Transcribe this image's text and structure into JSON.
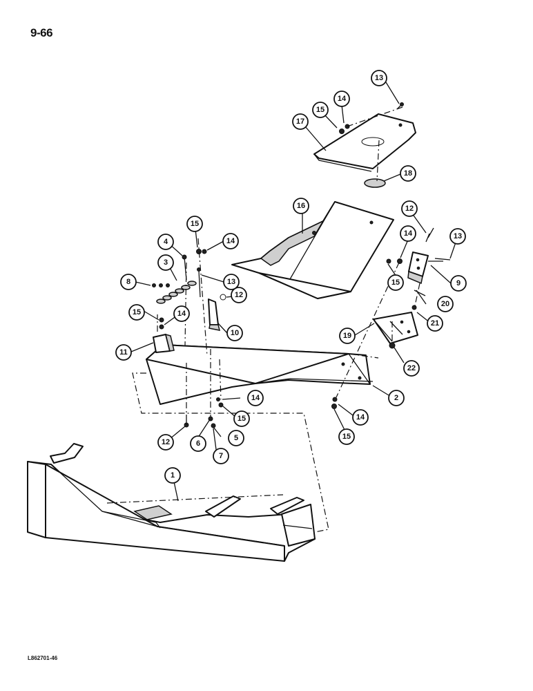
{
  "page": {
    "number": "9-66",
    "doc_code": "L862701-46"
  },
  "callouts": [
    {
      "id": "c1",
      "label": "1"
    },
    {
      "id": "c2",
      "label": "2"
    },
    {
      "id": "c3",
      "label": "3"
    },
    {
      "id": "c4",
      "label": "4"
    },
    {
      "id": "c5",
      "label": "5"
    },
    {
      "id": "c6",
      "label": "6"
    },
    {
      "id": "c7",
      "label": "7"
    },
    {
      "id": "c8",
      "label": "8"
    },
    {
      "id": "c9",
      "label": "9"
    },
    {
      "id": "c10",
      "label": "10"
    },
    {
      "id": "c11",
      "label": "11"
    },
    {
      "id": "c12a",
      "label": "12"
    },
    {
      "id": "c12b",
      "label": "12"
    },
    {
      "id": "c12c",
      "label": "12"
    },
    {
      "id": "c13a",
      "label": "13"
    },
    {
      "id": "c13b",
      "label": "13"
    },
    {
      "id": "c13c",
      "label": "13"
    },
    {
      "id": "c14a",
      "label": "14"
    },
    {
      "id": "c14b",
      "label": "14"
    },
    {
      "id": "c14c",
      "label": "14"
    },
    {
      "id": "c14d",
      "label": "14"
    },
    {
      "id": "c14e",
      "label": "14"
    },
    {
      "id": "c14f",
      "label": "14"
    },
    {
      "id": "c15a",
      "label": "15"
    },
    {
      "id": "c15b",
      "label": "15"
    },
    {
      "id": "c15c",
      "label": "15"
    },
    {
      "id": "c15d",
      "label": "15"
    },
    {
      "id": "c15e",
      "label": "15"
    },
    {
      "id": "c15f",
      "label": "15"
    },
    {
      "id": "c16",
      "label": "16"
    },
    {
      "id": "c17",
      "label": "17"
    },
    {
      "id": "c18",
      "label": "18"
    },
    {
      "id": "c19",
      "label": "19"
    },
    {
      "id": "c20",
      "label": "20"
    },
    {
      "id": "c21",
      "label": "21"
    },
    {
      "id": "c22",
      "label": "22"
    }
  ]
}
